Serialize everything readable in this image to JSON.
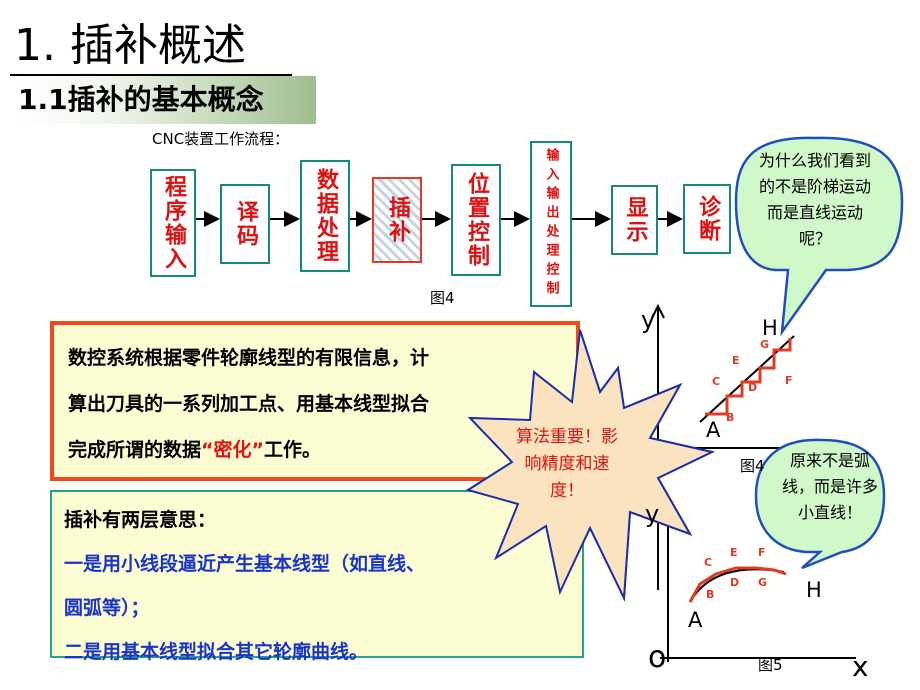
{
  "title": "1. 插补概述",
  "subtitle": "1.1插补的基本概念",
  "flow": {
    "caption": "CNC装置工作流程：",
    "boxes": [
      "程序输入",
      "译码",
      "数据处理",
      "插补",
      "位置控制",
      "输入输出处理控制",
      "显示",
      "诊断"
    ],
    "figure_label": "图4"
  },
  "callout_top": "为什么我们看到的不是阶梯运动而是直线运动呢？",
  "box1": {
    "line1": "数控系统根据零件轮廓线型的有限信息，计",
    "line2": "算出刀具的一系列加工点、用基本线型拟合",
    "line3_pre": "完成所谓的数据",
    "line3_highlight": "“密化”",
    "line3_post": "工作。"
  },
  "burst_text": "算法重要！影响精度和速度！",
  "box2": {
    "heading": "插补有两层意思：",
    "line1": "一是用小线段逼近产生基本线型（如直线、",
    "line2": "圆弧等）；",
    "line3": "二是用基本线型拟合其它轮廓曲线。"
  },
  "graph_top": {
    "y_label": "y",
    "start": "A",
    "end": "H",
    "points": [
      "B",
      "C",
      "D",
      "E",
      "F",
      "G"
    ],
    "figure_label": "图4"
  },
  "callout_bottom": "原来不是弧线，而是许多小直线！",
  "graph_bottom": {
    "y_label": "y",
    "x_label": "x",
    "origin": "o",
    "start": "A",
    "end": "H",
    "points": [
      "B",
      "C",
      "D",
      "E",
      "F",
      "G"
    ],
    "figure_label": "图5"
  },
  "colors": {
    "flow_border": "#168a77",
    "flow_text": "#dd1111",
    "highlight_border": "#e23b1f",
    "box_fill": "#fdfdd3",
    "box1_border": "#ef4a1c",
    "box2_border": "#24a58a",
    "blue_text": "#1a35c9",
    "callout_fill": "#d0f8c8",
    "callout_border": "#1f4fbf",
    "burst_fill": "#fbe3bf",
    "burst_border": "#1a2fa8"
  }
}
